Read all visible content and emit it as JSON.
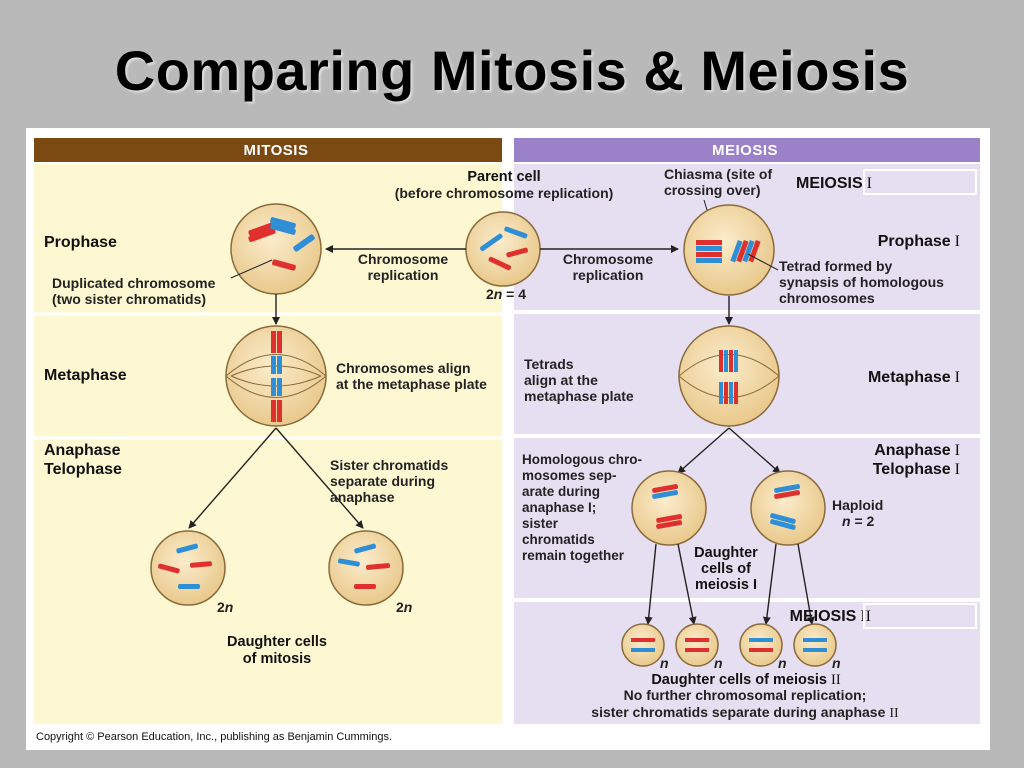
{
  "slide": {
    "title": "Comparing Mitosis & Meiosis"
  },
  "colors": {
    "background": "#b9b9b9",
    "mitosis_header": "#7a4a12",
    "meiosis_header": "#9b82c8",
    "mitosis_bg": "#fdf8d2",
    "meiosis_bg": "#e6dff1",
    "cell_fill": "#f1d9a8",
    "cell_stroke": "#8a6a3a",
    "chromosome_red": "#e0302e",
    "chromosome_blue": "#2f8fd6"
  },
  "headers": {
    "mitosis": "MITOSIS",
    "meiosis": "MEIOSIS"
  },
  "parent": {
    "title": "Parent cell",
    "subtitle": "(before chromosome replication)",
    "ploidy_html": "2n = 4",
    "ploidy_pre": "2",
    "ploidy_n": "n",
    "ploidy_post": " = 4"
  },
  "mitosis": {
    "prophase": "Prophase",
    "replication_line1": "Chromosome",
    "replication_line2": "replication",
    "duplicated_line1": "Duplicated chromosome",
    "duplicated_line2": "(two sister chromatids)",
    "metaphase": "Metaphase",
    "align_line1": "Chromosomes align",
    "align_line2": "at the metaphase plate",
    "anaphase": "Anaphase",
    "telophase": "Telophase",
    "sister_line1": "Sister chromatids",
    "sister_line2": "separate during",
    "sister_line3": "anaphase",
    "daughter_ploidy_pre": "2",
    "daughter_ploidy_n": "n",
    "daughter_line1": "Daughter cells",
    "daughter_line2": "of mitosis"
  },
  "meiosis": {
    "meiosis1_label": "MEIOSIS",
    "meiosis1_numeral": "I",
    "chiasma_line1": "Chiasma (site of",
    "chiasma_line2": "crossing over)",
    "replication_line1": "Chromosome",
    "replication_line2": "replication",
    "prophase": "Prophase",
    "prophase_numeral": "I",
    "tetrad_line1": "Tetrad formed by",
    "tetrad_line2": "synapsis of homologous",
    "tetrad_line3": "chromosomes",
    "tetrads_line1": "Tetrads",
    "tetrads_line2": "align at the",
    "tetrads_line3": "metaphase plate",
    "metaphase": "Metaphase",
    "metaphase_numeral": "I",
    "anaphase": "Anaphase",
    "anaphase_numeral": "I",
    "telophase": "Telophase",
    "telophase_numeral": "I",
    "homologous_lines": [
      "Homologous chro-",
      "mosomes sep-",
      "arate during",
      "anaphase I;",
      "sister",
      "chromatids",
      "remain together"
    ],
    "haploid": "Haploid",
    "haploid_n": "n",
    "haploid_eq": " = 2",
    "daughter1_line1": "Daughter",
    "daughter1_line2": "cells of",
    "daughter1_line3": "meiosis I",
    "meiosis2_label": "MEIOSIS",
    "meiosis2_numeral": "II",
    "final_n": "n",
    "final_title": "Daughter cells of meiosis",
    "final_title_numeral": "II",
    "final_line1": "No further chromosomal replication;",
    "final_line2": "sister chromatids separate during anaphase",
    "final_line2_numeral": "II"
  },
  "copyright": "Copyright © Pearson Education, Inc., publishing as Benjamin Cummings."
}
